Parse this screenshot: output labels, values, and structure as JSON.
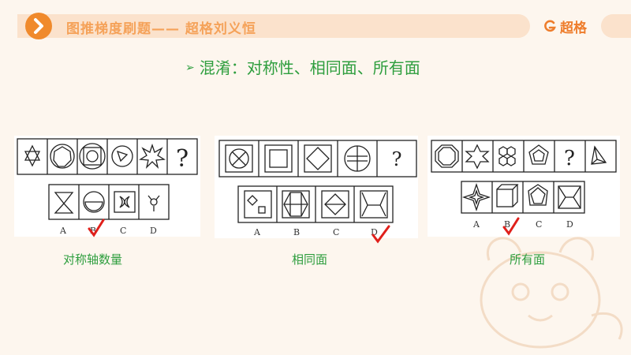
{
  "header": {
    "title": "图推梯度刷题—— 超格刘义恒",
    "logo_text": "超格"
  },
  "subtitle": "混淆：对称性、相同面、所有面",
  "panels": [
    {
      "caption": "对称轴数量",
      "options": [
        "A",
        "B",
        "C",
        "D"
      ],
      "answer": "B"
    },
    {
      "caption": "相同面",
      "options": [
        "A",
        "B",
        "C",
        "D"
      ],
      "answer": "D"
    },
    {
      "caption": "所有面",
      "options": [
        "A",
        "B",
        "C",
        "D"
      ],
      "answer": "B"
    }
  ],
  "question_mark": "?",
  "colors": {
    "accent": "#f08a2c",
    "header_bg": "#fbe2cc",
    "green": "#2e9e3e",
    "check": "#e0201b"
  }
}
